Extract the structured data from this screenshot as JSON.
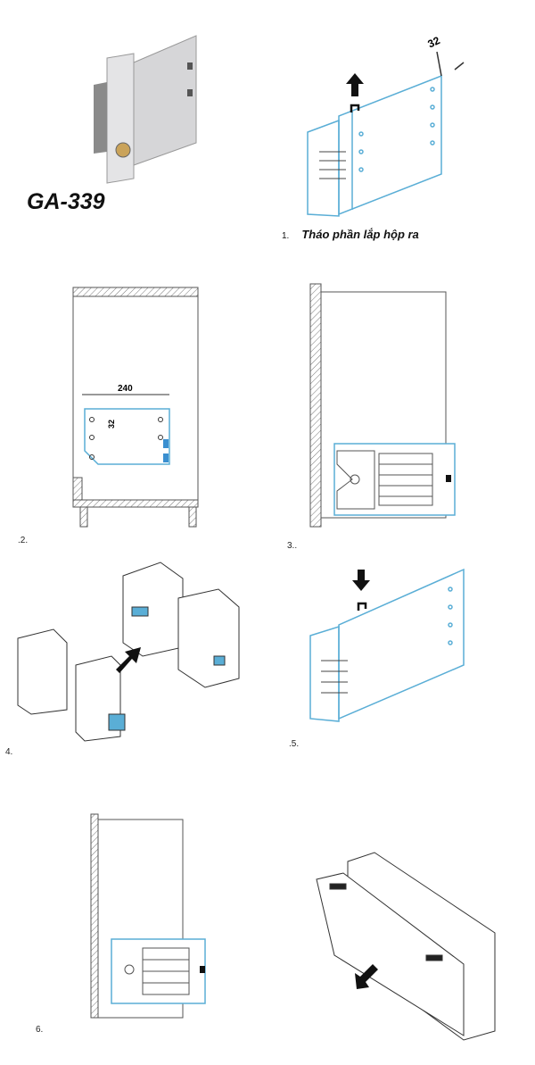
{
  "product": {
    "model": "GA-339"
  },
  "steps": [
    {
      "number": "1.",
      "text": "Tháo phần lắp hộp ra"
    },
    {
      "number": ".2."
    },
    {
      "number": "3.."
    },
    {
      "number": "4."
    },
    {
      "number": ".5."
    },
    {
      "number": "6."
    }
  ],
  "dimensions": {
    "depth": "32",
    "width": "240",
    "offset": "32"
  },
  "colors": {
    "bracket": "#5aaed6",
    "line": "#444444",
    "hatch": "#777777"
  }
}
